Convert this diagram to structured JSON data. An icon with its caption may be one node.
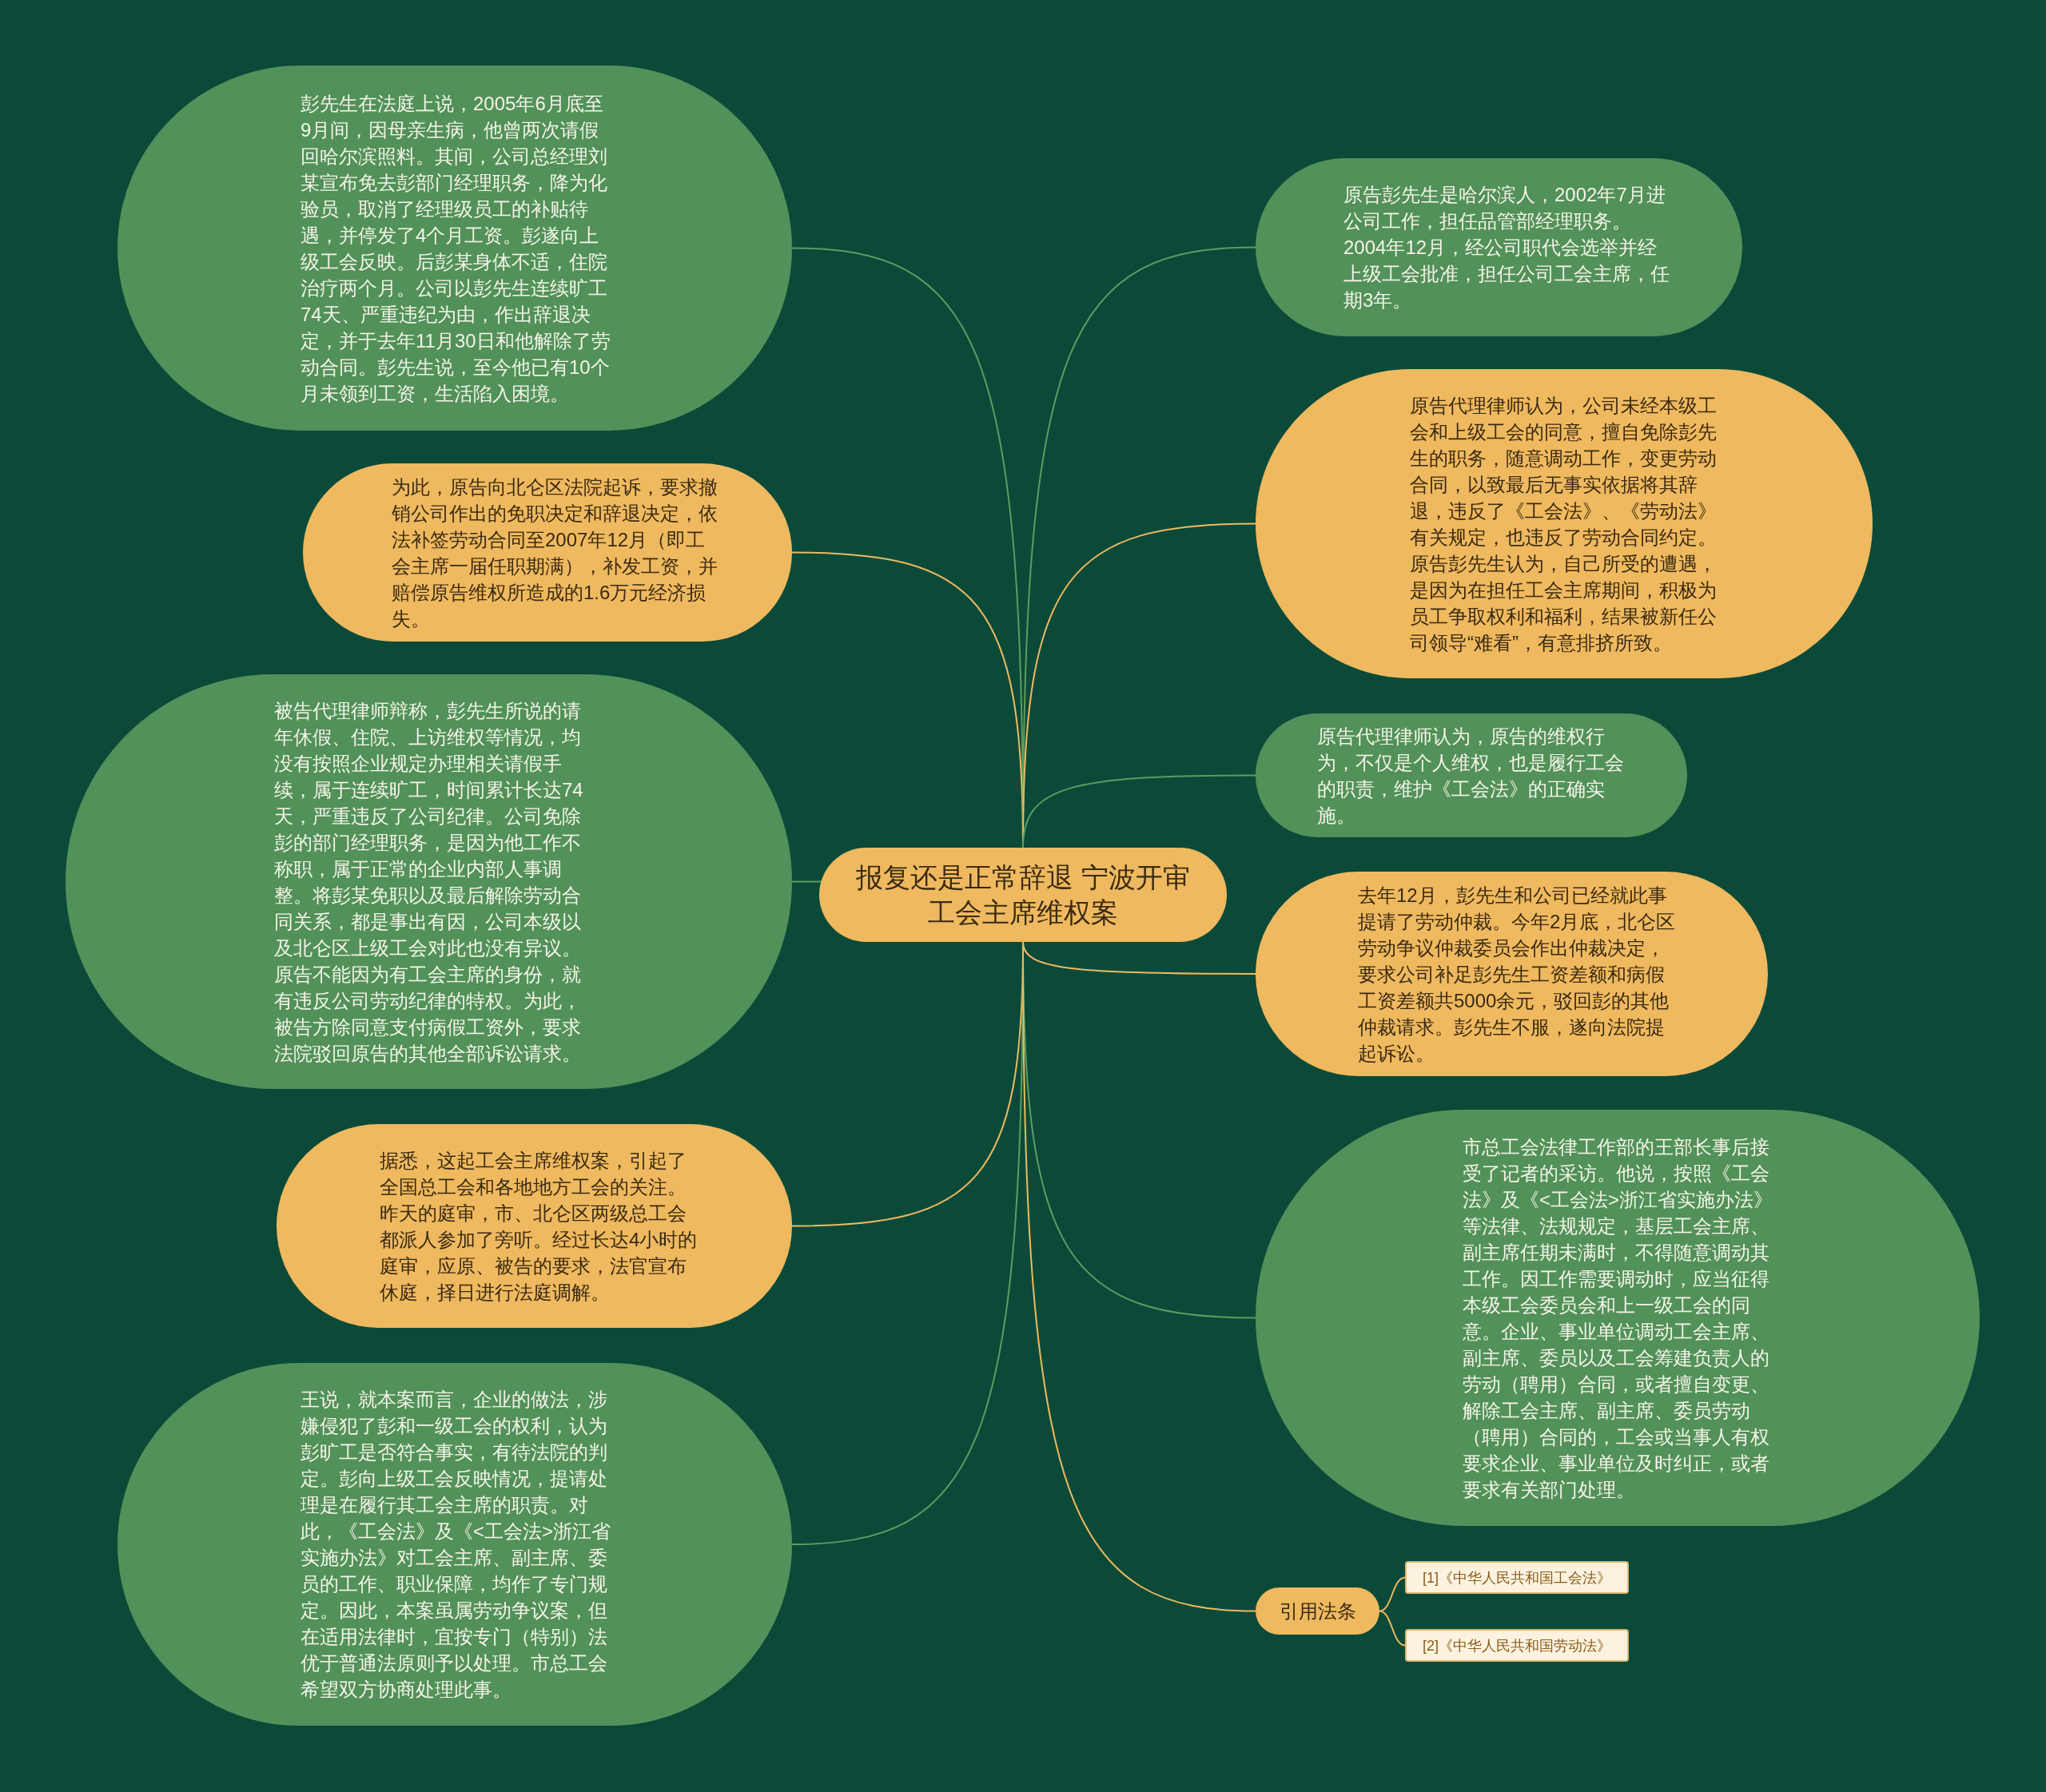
{
  "diagram": {
    "nodes": [
      {
        "text": [
          "报复还是正常辞退 宁波开审工会主席维权案"
        ]
      },
      {
        "text": [
          "彭先生在法庭上说，2005年6月底至9月间，因母亲生病，他曾两次请假回哈尔滨照料。其间，公司总经理刘某宣布免去彭部门经理职务，降为化验员，取消了经理级员工的补贴待遇，并停发了4个月工资。彭遂向上级工会反映。后彭某身体不适，住院治疗两个月。公司以彭先生连续旷工74天、严重违纪为由，作出辞退决定，并于去年11月30日和他解除了劳动合同。彭先生说，至今他已有10个月未领到工资，生活陷入困境。"
        ]
      },
      {
        "text": [
          "为此，原告向北仑区法院起诉，要求撤销公司作出的免职决定和辞退决定，依法补签劳动合同至2007年12月（即工会主席一届任职期满），补发工资，并赔偿原告维权所造成的1.6万元经济损失。"
        ]
      },
      {
        "text": [
          "被告代理律师辩称，彭先生所说的请年休假、住院、上访维权等情况，均没有按照企业规定办理相关请假手续，属于连续旷工，时间累计长达74天，严重违反了公司纪律。公司免除彭的部门经理职务，是因为他工作不称职，属于正常的企业内部人事调整。将彭某免职以及最后解除劳动合同关系，都是事出有因，公司本级以及北仑区上级工会对此也没有异议。原告不能因为有工会主席的身份，就有违反公司劳动纪律的特权。为此，被告方除同意支付病假工资外，要求法院驳回原告的其他全部诉讼请求。"
        ]
      },
      {
        "text": [
          "据悉，这起工会主席维权案，引起了全国总工会和各地地方工会的关注。昨天的庭审，市、北仑区两级总工会都派人参加了旁听。经过长达4小时的庭审，应原、被告的要求，法官宣布休庭，择日进行法庭调解。"
        ]
      },
      {
        "text": [
          "王说，就本案而言，企业的做法，涉嫌侵犯了彭和一级工会的权利，认为彭旷工是否符合事实，有待法院的判定。彭向上级工会反映情况，提请处理是在履行其工会主席的职责。对此，《工会法》及《<工会法>浙江省实施办法》对工会主席、副主席、委员的工作、职业保障，均作了专门规定。因此，本案虽属劳动争议案，但在适用法律时，宜按专门（特别）法优于普通法原则予以处理。市总工会希望双方协商处理此事。"
        ]
      },
      {
        "text": [
          "原告彭先生是哈尔滨人，2002年7月进公司工作，担任品管部经理职务。2004年12月，经公司职代会选举并经上级工会批准，担任公司工会主席，任期3年。"
        ]
      },
      {
        "text": [
          "原告代理律师认为，公司未经本级工会和上级工会的同意，擅自免除彭先生的职务，随意调动工作，变更劳动合同，以致最后无事实依据将其辞退，违反了《工会法》、《劳动法》有关规定，也违反了劳动合同约定。原告彭先生认为，自己所受的遭遇，是因为在担任工会主席期间，积极为员工争取权利和福利，结果被新任公司领导“难看”，有意排挤所致。"
        ]
      },
      {
        "text": [
          "原告代理律师认为，原告的维权行为，不仅是个人维权，也是履行工会的职责，维护《工会法》的正确实施。"
        ]
      },
      {
        "text": [
          "去年12月，彭先生和公司已经就此事提请了劳动仲裁。今年2月底，北仑区劳动争议仲裁委员会作出仲裁决定，要求公司补足彭先生工资差额和病假工资差额共5000余元，驳回彭的其他仲裁请求。彭先生不服，遂向法院提起诉讼。"
        ]
      },
      {
        "text": [
          "市总工会法律工作部的王部长事后接受了记者的采访。他说，按照《工会法》及《<工会法>浙江省实施办法》等法律、法规规定，基层工会主席、副主席任期未满时，不得随意调动其工作。因工作需要调动时，应当征得本级工会委员会和上一级工会的同意。企业、事业单位调动工会主席、副主席、委员以及工会筹建负责人的劳动（聘用）合同，或者擅自变更、解除工会主席、副主席、委员劳动（聘用）合同的，工会或当事人有权要求企业、事业单位及时纠正，或者要求有关部门处理。"
        ]
      },
      {
        "text": [
          "引用法条"
        ]
      },
      {
        "text": [
          "[1]《中华人民共和国工会法》"
        ]
      },
      {
        "text": [
          "[2]《中华人民共和国劳动法》"
        ]
      }
    ],
    "edges": [
      {
        "from": 0,
        "to": 1,
        "arrow": "none",
        "color": "#5d9c62"
      },
      {
        "from": 0,
        "to": 2,
        "arrow": "none"
      },
      {
        "from": 0,
        "to": 3,
        "arrow": "none",
        "color": "#5d9c62"
      },
      {
        "from": 0,
        "to": 4,
        "arrow": "none"
      },
      {
        "from": 0,
        "to": 5,
        "arrow": "none",
        "color": "#5d9c62"
      },
      {
        "from": 0,
        "to": 6,
        "arrow": "none",
        "color": "#5d9c62"
      },
      {
        "from": 0,
        "to": 7,
        "arrow": "none"
      },
      {
        "from": 0,
        "to": 8,
        "arrow": "none",
        "color": "#5d9c62"
      },
      {
        "from": 0,
        "to": 9,
        "arrow": "none"
      },
      {
        "from": 0,
        "to": 10,
        "arrow": "none",
        "color": "#5d9c62"
      },
      {
        "from": 0,
        "to": 11,
        "arrow": "none"
      },
      {
        "from": 11,
        "to": 12,
        "arrow": "none"
      },
      {
        "from": 11,
        "to": 13,
        "arrow": "none"
      }
    ]
  }
}
